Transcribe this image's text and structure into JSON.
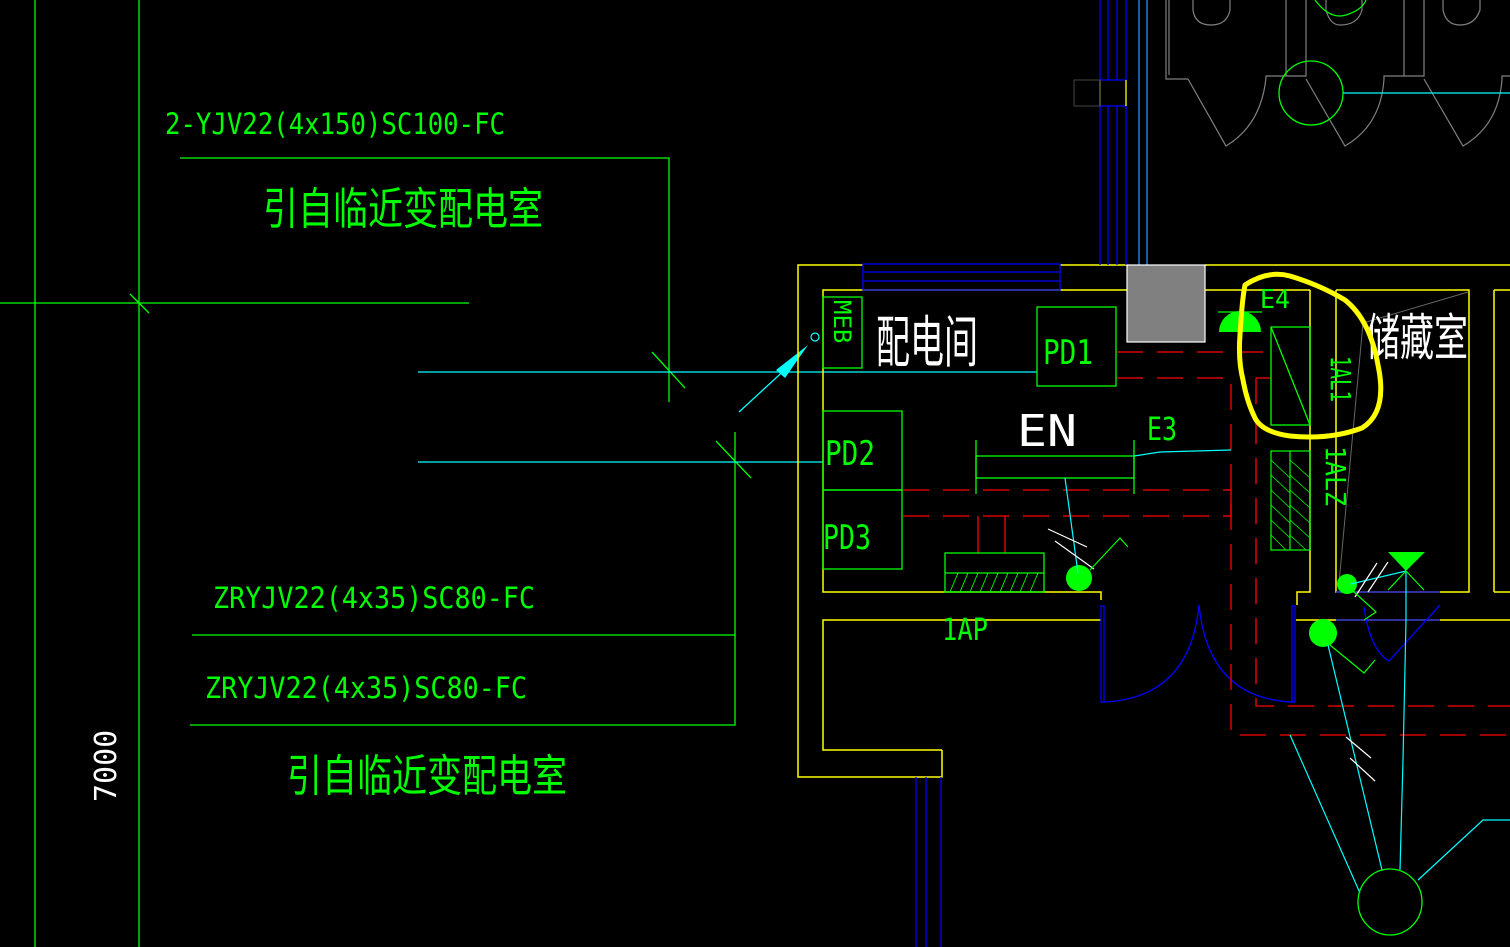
{
  "drawing": {
    "background": "#000000",
    "colors": {
      "axis_green": "#00ff00",
      "wall_yellow": "#ffff00",
      "window_blue": "#0000ff",
      "light_blue": "#3399ff",
      "cable_cyan": "#00ffff",
      "tray_red": "#ff0000",
      "label_white": "#ffffff",
      "fixture_gray": "#808080",
      "markup_yellow": "#ffff00"
    },
    "cable_labels": {
      "main_feed": "2-YJV22(4x150)SC100-FC",
      "main_source": "引自临近变配电室",
      "branch_feed_1": "ZRYJV22(4x35)SC80-FC",
      "branch_feed_2": "ZRYJV22(4x35)SC80-FC",
      "branch_source": "引自临近变配电室"
    },
    "dimension": "7000",
    "rooms": {
      "distribution_room": "配电间",
      "storage_room": "储藏室"
    },
    "equipment": {
      "meb": "MEB",
      "pd1": "PD1",
      "pd2": "PD2",
      "pd3": "PD3",
      "en": "EN",
      "e3": "E3",
      "e4": "E4",
      "al1": "1AL1",
      "alz": "1ALZ",
      "ap": "1AP"
    }
  }
}
